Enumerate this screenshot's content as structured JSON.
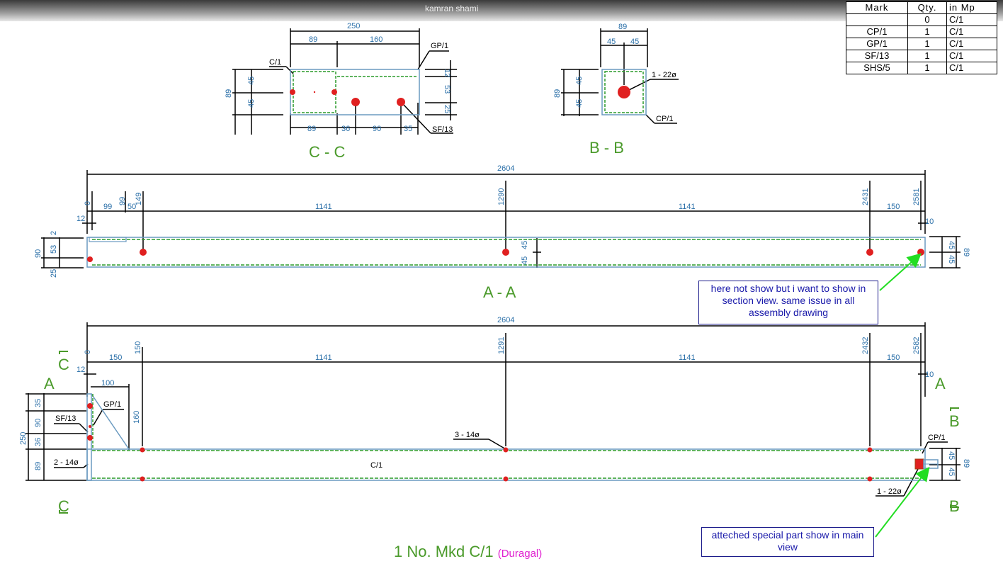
{
  "header": {
    "user_name": "kamran shami"
  },
  "bom_table": {
    "headers": [
      "Mark",
      "Qty.",
      "in Mp"
    ],
    "rows": [
      {
        "mark": "",
        "qty": "0",
        "mp": "C/1"
      },
      {
        "mark": "CP/1",
        "qty": "1",
        "mp": "C/1"
      },
      {
        "mark": "GP/1",
        "qty": "1",
        "mp": "C/1"
      },
      {
        "mark": "SF/13",
        "qty": "1",
        "mp": "C/1"
      },
      {
        "mark": "SHS/5",
        "qty": "1",
        "mp": "C/1"
      }
    ]
  },
  "section_cc": {
    "title": "C - C",
    "dims": [
      "250",
      "89",
      "160",
      "89",
      "36",
      "90",
      "35",
      "89",
      "45",
      "45",
      "12",
      "53",
      "25"
    ],
    "labels": [
      "C/1",
      "GP/1",
      "SF/13"
    ]
  },
  "section_bb": {
    "title": "B - B",
    "dims": [
      "89",
      "45",
      "45",
      "89",
      "45",
      "45"
    ],
    "labels": [
      "1 - 22ø",
      "CP/1"
    ]
  },
  "section_aa": {
    "title": "A - A",
    "dims": [
      "2604",
      "0",
      "99",
      "149",
      "1290",
      "2431",
      "2581",
      "12",
      "99",
      "50",
      "1141",
      "1141",
      "150",
      "10",
      "90",
      "53",
      "25",
      "2",
      "45",
      "45",
      "45",
      "45",
      "89"
    ]
  },
  "main_view": {
    "dims": [
      "2604",
      "0",
      "150",
      "1291",
      "2432",
      "2582",
      "12",
      "150",
      "1141",
      "1141",
      "150",
      "10",
      "100",
      "35",
      "90",
      "36",
      "89",
      "250",
      "160",
      "45",
      "45",
      "89"
    ],
    "labels": [
      "SF/13",
      "GP/1",
      "2 - 14ø",
      "3 - 14ø",
      "C/1",
      "CP/1",
      "1 - 22ø"
    ],
    "section_marks": [
      "C",
      "A",
      "C",
      "A",
      "B",
      "B"
    ]
  },
  "notes": {
    "note1": "here not show but i want to show in section view. same issue in all assembly drawing",
    "note2": "atteched special part show in main view"
  },
  "title": {
    "main": "1 No. Mkd C/1",
    "sub": "(Duragal)"
  },
  "colors": {
    "dimension": "#2a6fa8",
    "section_title": "#4a9a2a",
    "weld": "#e02020",
    "hidden_line": "#2a9a2a",
    "outline": "#6a9ac0",
    "note_border": "#1a1a8a",
    "arrow": "#22dd22",
    "title_sub": "#e020d0"
  }
}
